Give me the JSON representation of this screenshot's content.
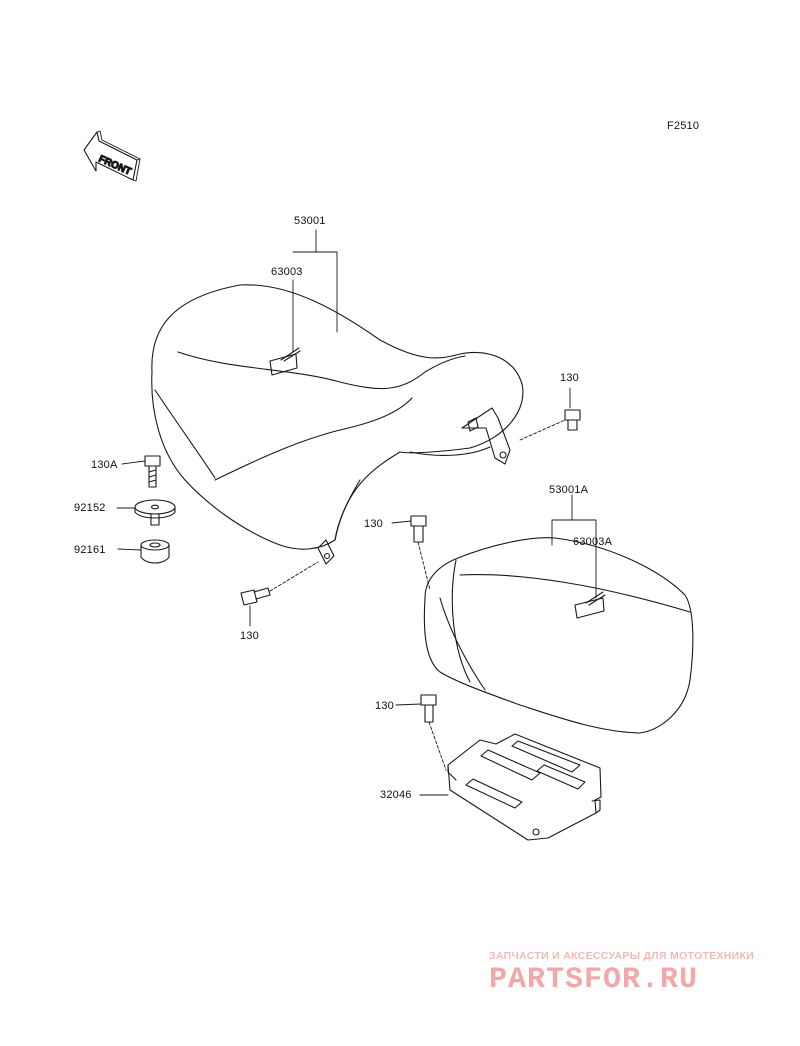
{
  "figure_code": "F2510",
  "front_arrow_text": "FRONT",
  "labels": {
    "seat_assy": "53001",
    "seat_label": "63003",
    "bolt_130_right_top": "130",
    "bolt_130a": "130A",
    "washer": "92152",
    "damper": "92161",
    "bolt_130_left_bottom": "130",
    "rear_seat_assy": "53001A",
    "rear_seat_label": "63003A",
    "bolt_130_rear": "130",
    "bolt_130_plate": "130",
    "plate": "32046"
  },
  "watermark": {
    "tagline": "ЗАПЧАСТИ И АКСЕССУАРЫ ДЛЯ МОТОТЕХНИКИ",
    "brand": "PARTSFOR.RU"
  }
}
